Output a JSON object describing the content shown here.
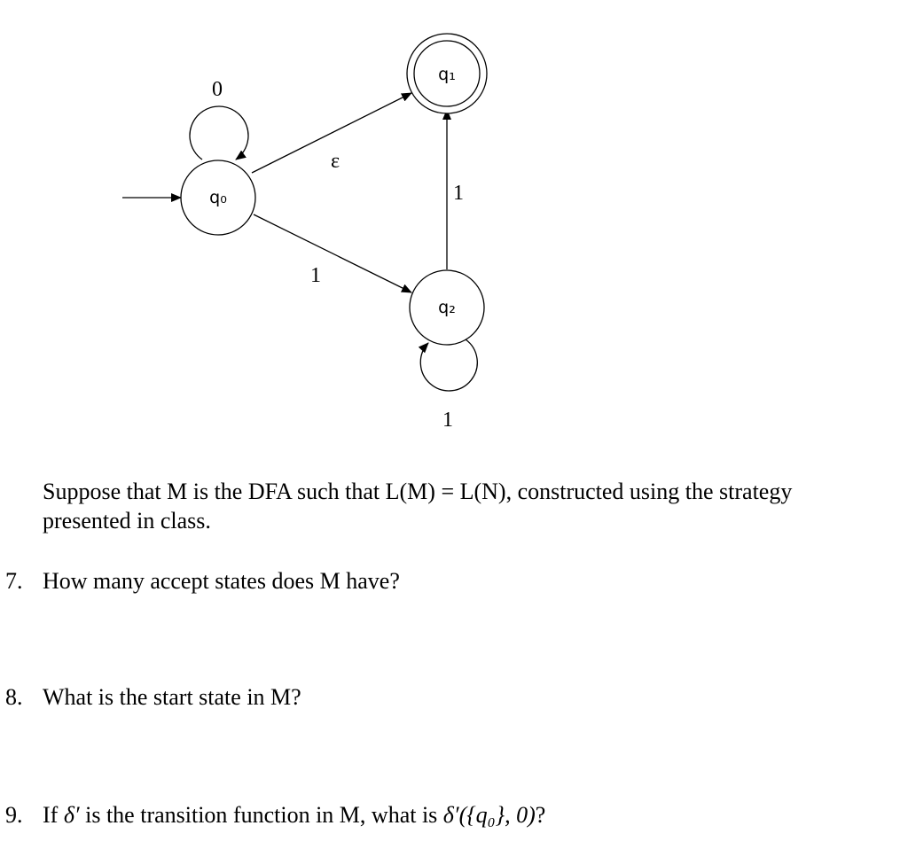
{
  "diagram": {
    "states": {
      "q0": "q₀",
      "q1": "q₁",
      "q2": "q₂"
    },
    "labels": {
      "q0_self_loop": "0",
      "q0_to_q1": "ε",
      "q0_to_q2": "1",
      "q2_to_q1": "1",
      "q2_self_loop": "1"
    }
  },
  "intro": {
    "line1": "Suppose that M is the DFA such that L(M) = L(N), constructed using the strategy",
    "line2": "presented in class."
  },
  "questions": [
    {
      "number": "7.",
      "text": "How many accept states does M have?"
    },
    {
      "number": "8.",
      "text": "What is the start state in M?"
    },
    {
      "number": "9.",
      "text_prefix": "If ",
      "delta_prime": "δ′",
      "text_middle": " is the transition function in M, what is ",
      "expression": "δ′({q₀}, 0)",
      "text_suffix": "?"
    }
  ]
}
